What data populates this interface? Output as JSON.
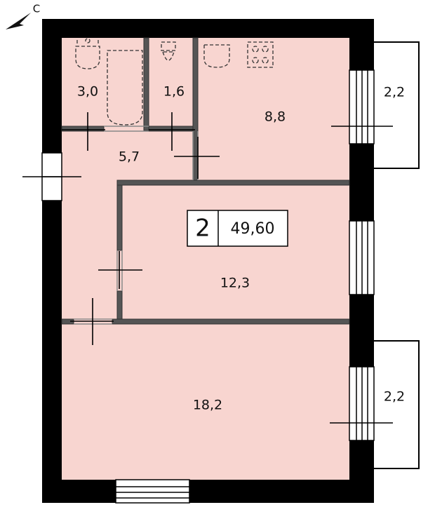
{
  "compass": {
    "label": "С"
  },
  "apartment": {
    "rooms": "2",
    "area": "49,60"
  },
  "rooms": {
    "bath": "3,0",
    "wc": "1,6",
    "kitchen": "8,8",
    "hall": "5,7",
    "bedroom": "12,3",
    "living": "18,2"
  },
  "balconies": {
    "top": "2,2",
    "bottom": "2,2"
  },
  "colors": {
    "floor": "#f8d5d0",
    "wall": "#000000",
    "partition": "#666666"
  }
}
